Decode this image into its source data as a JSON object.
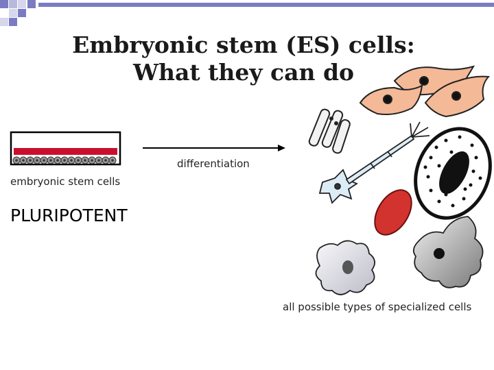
{
  "slide": {
    "title_line1": "Embryonic stem (ES) cells:",
    "title_line2": "What they can do",
    "label_es_cells": "embryonic stem cells",
    "label_differentiation": "differentiation",
    "label_pluripotent": "PLURIPOTENT",
    "label_specialized": "all possible types of specialized cells"
  },
  "colors": {
    "accent_bar": "#7b7bc4",
    "dish_red": "#c8102e",
    "skin_cell": "#f4b997",
    "red_blood_cell": "#d3332f",
    "neuron": "#dcecf7"
  },
  "icons": [
    "culture-dish-icon",
    "arrow-icon",
    "muscle-fiber-icon",
    "skin-cell-icon",
    "neuron-icon",
    "red-blood-cell-icon",
    "pancreatic-cell-icon",
    "macrophage-icon",
    "fibroblast-icon"
  ]
}
